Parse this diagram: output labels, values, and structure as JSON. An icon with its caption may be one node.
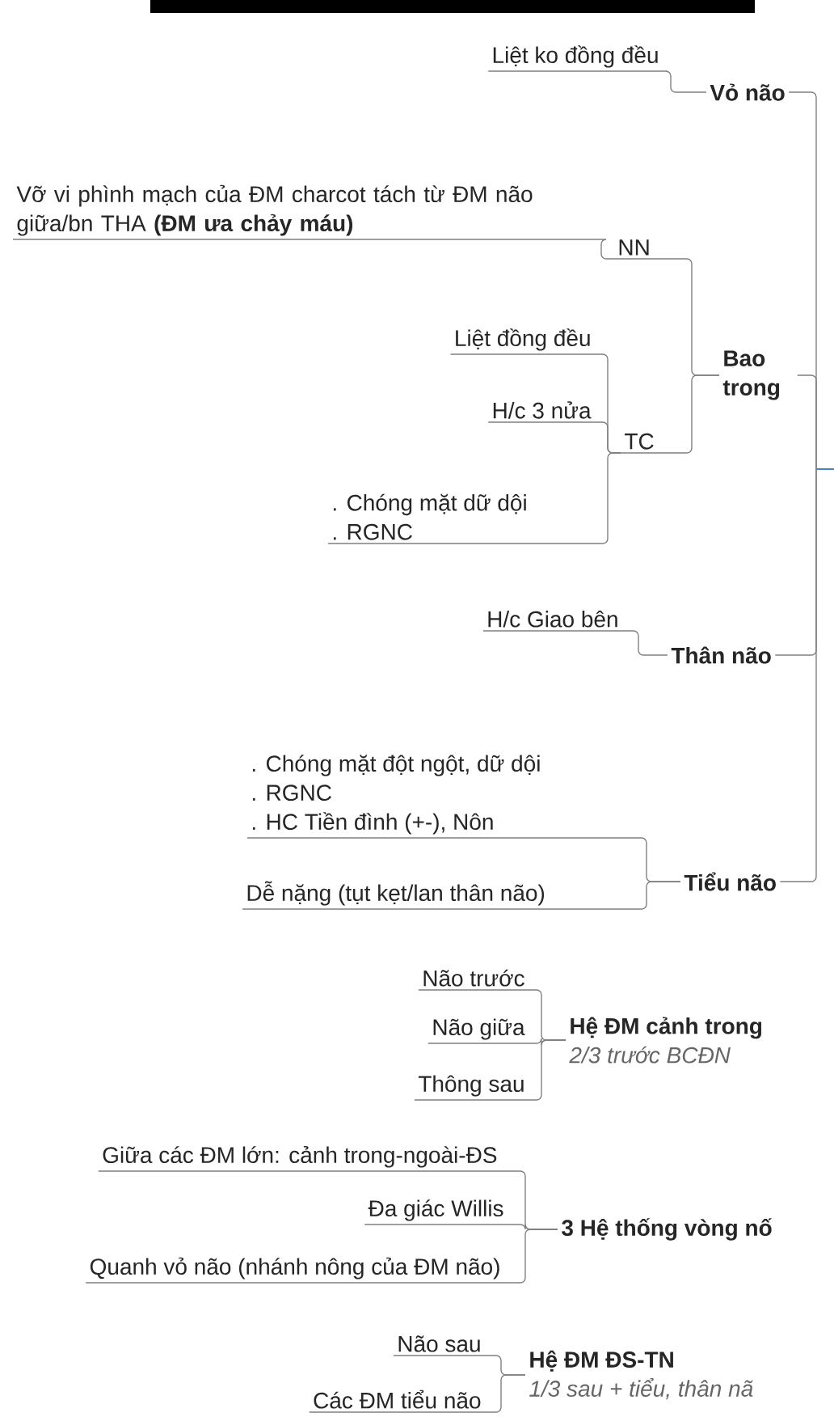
{
  "diagram": {
    "nodes": [
      {
        "text": [
          "Liệt ko đồng đều"
        ]
      },
      {
        "text": [
          "Vỏ não"
        ]
      },
      {
        "text": [
          "Vỡ vi phình mạch của ĐM charcot tách từ ĐM não giữa/bn THA **(ĐM ưa chảy máu)**"
        ]
      },
      {
        "text": [
          "NN"
        ]
      },
      {
        "text": [
          "Liệt đồng đều"
        ]
      },
      {
        "text": [
          "H/c 3 nửa"
        ]
      },
      {
        "text": [
          ". Chóng mặt dữ dội",
          ". RGNC"
        ]
      },
      {
        "text": [
          "TC"
        ]
      },
      {
        "text": [
          "Bao trong"
        ]
      },
      {
        "text": [
          "H/c Giao bên"
        ]
      },
      {
        "text": [
          "Thân não"
        ]
      },
      {
        "text": [
          ". Chóng mặt đột ngột, dữ dội",
          ". RGNC",
          ". HC Tiền đình (+-), Nôn"
        ]
      },
      {
        "text": [
          "Dễ nặng (tụt kẹt/lan thân não)"
        ]
      },
      {
        "text": [
          "Tiểu não"
        ]
      },
      {
        "text": [
          "Não trước"
        ]
      },
      {
        "text": [
          "Não giữa"
        ]
      },
      {
        "text": [
          "Thông sau"
        ]
      },
      {
        "text": [
          "Hệ ĐM cảnh trong",
          "2/3 trước BCĐN"
        ]
      },
      {
        "text": [
          "Giữa các ĐM lớn: cảnh trong-ngoài-ĐS"
        ]
      },
      {
        "text": [
          "Đa giác Willis"
        ]
      },
      {
        "text": [
          "Quanh vỏ não (nhánh nông của ĐM não)"
        ]
      },
      {
        "text": [
          "3 Hệ thống vòng nố"
        ]
      },
      {
        "text": [
          "Não sau"
        ]
      },
      {
        "text": [
          "Các ĐM tiểu não"
        ]
      },
      {
        "text": [
          "Hệ ĐM ĐS-TN",
          "1/3 sau + tiểu, thân nã"
        ]
      }
    ],
    "edges": [
      {
        "from": null,
        "to": 1,
        "arrow": "none"
      },
      {
        "from": 1,
        "to": 0,
        "arrow": "none"
      },
      {
        "from": null,
        "to": 8,
        "arrow": "none"
      },
      {
        "from": 8,
        "to": 3,
        "arrow": "none"
      },
      {
        "from": 3,
        "to": 2,
        "arrow": "none"
      },
      {
        "from": 8,
        "to": 7,
        "arrow": "none"
      },
      {
        "from": 7,
        "to": 4,
        "arrow": "none"
      },
      {
        "from": 7,
        "to": 5,
        "arrow": "none"
      },
      {
        "from": 7,
        "to": 6,
        "arrow": "none"
      },
      {
        "from": null,
        "to": 10,
        "arrow": "none"
      },
      {
        "from": 10,
        "to": 9,
        "arrow": "none"
      },
      {
        "from": null,
        "to": 13,
        "arrow": "none"
      },
      {
        "from": 13,
        "to": 11,
        "arrow": "none"
      },
      {
        "from": 13,
        "to": 12,
        "arrow": "none"
      },
      {
        "from": 17,
        "to": 14,
        "arrow": "none"
      },
      {
        "from": 17,
        "to": 15,
        "arrow": "none"
      },
      {
        "from": 17,
        "to": 16,
        "arrow": "none"
      },
      {
        "from": 21,
        "to": 18,
        "arrow": "none"
      },
      {
        "from": 21,
        "to": 19,
        "arrow": "none"
      },
      {
        "from": 21,
        "to": 20,
        "arrow": "none"
      },
      {
        "from": 24,
        "to": 22,
        "arrow": "none"
      },
      {
        "from": 24,
        "to": 23,
        "arrow": "none"
      }
    ]
  }
}
